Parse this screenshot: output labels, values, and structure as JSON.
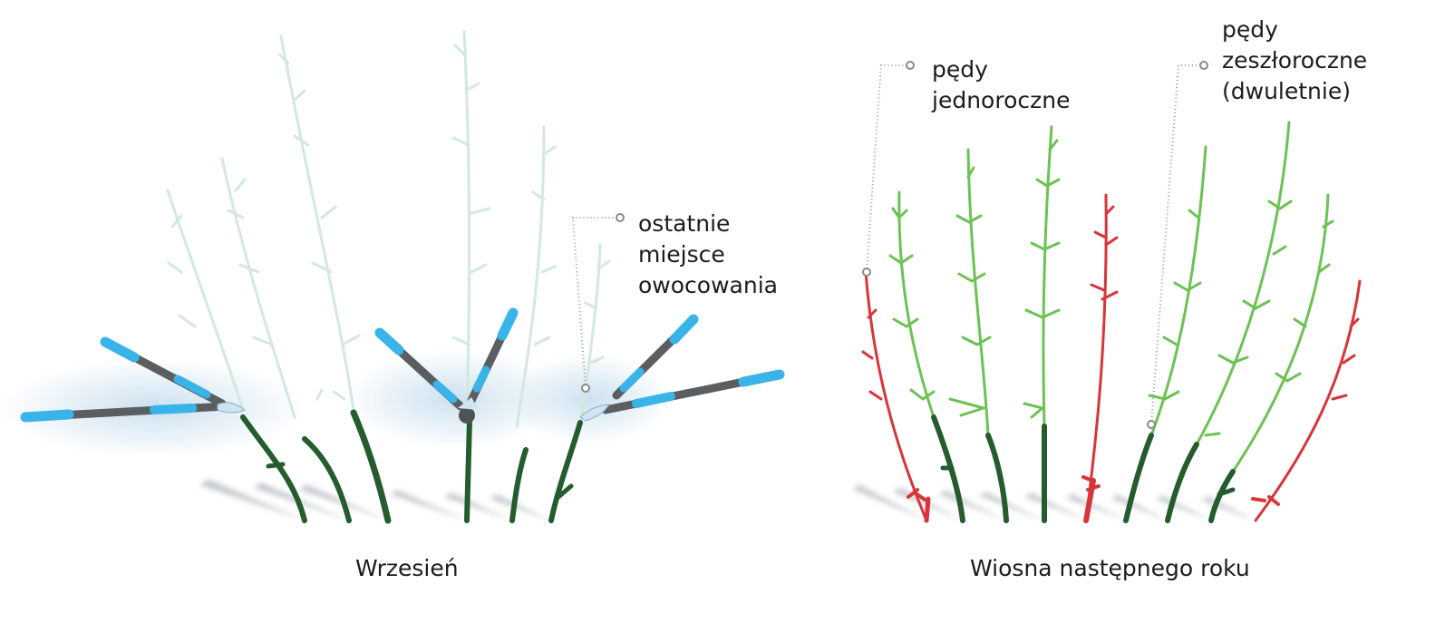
{
  "captions": {
    "left": "Wrzesień",
    "right": "Wiosna następnego roku"
  },
  "labels": {
    "last_fruiting": {
      "lines": [
        "ostatnie",
        "miejsce",
        "owocowania"
      ]
    },
    "annual_shoots": {
      "lines": [
        "pędy",
        "jednoroczne"
      ]
    },
    "biennial_shoots": {
      "lines": [
        "pędy",
        "zeszłoroczne",
        "(dwuletnie)"
      ]
    }
  },
  "colors": {
    "dark_stem": "#245c2e",
    "light_shoot": "#6cc253",
    "red_shoot": "#d8353a",
    "faded_shoot": "#cfe6d9",
    "tool_blue": "#38b4e8",
    "tool_gray": "#5b5e61",
    "leader_line": "#9a9a9a"
  },
  "icons": [
    "pruning-shears-icon"
  ]
}
